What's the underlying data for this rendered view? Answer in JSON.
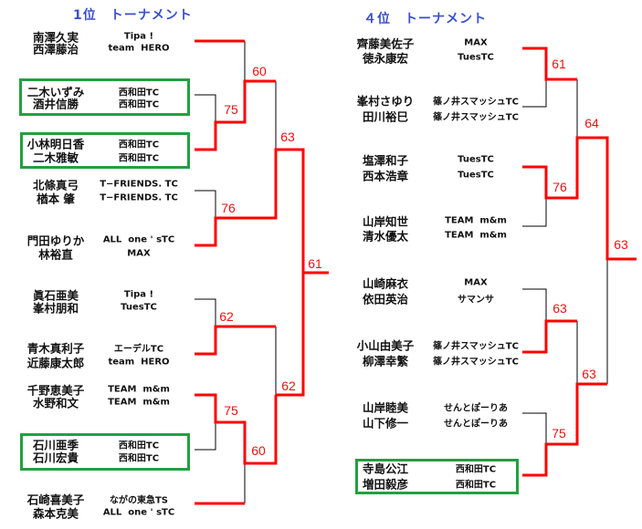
{
  "tournaments": [
    {
      "title": "1位　トーナメント",
      "entries": [
        {
          "players": [
            "南澤久実",
            "西澤藤治"
          ],
          "clubs": [
            "Tipa !",
            "team  HERO"
          ]
        },
        {
          "players": [
            "二木いずみ",
            "酒井信勝"
          ],
          "clubs": [
            "西和田TC",
            "西和田TC"
          ],
          "highlighted": true
        },
        {
          "players": [
            "小林明日香",
            "二木雅敏"
          ],
          "clubs": [
            "西和田TC",
            "西和田TC"
          ],
          "highlighted": true
        },
        {
          "players": [
            "北條真弓",
            "楢本 肇"
          ],
          "clubs": [
            "T−FRIENDS. TC",
            "T−FRIENDS. TC"
          ]
        },
        {
          "players": [
            "門田ゆりか",
            "林裕直"
          ],
          "clubs": [
            "ALL  one ' sTC",
            "MAX"
          ]
        },
        {
          "players": [
            "眞石亜美",
            "峯村朋和"
          ],
          "clubs": [
            "Tipa !",
            "TuesTC"
          ]
        },
        {
          "players": [
            "青木真利子",
            "近藤康太郎"
          ],
          "clubs": [
            "エーデルTC",
            "team  HERO"
          ]
        },
        {
          "players": [
            "千野恵美子",
            "水野和文"
          ],
          "clubs": [
            "TEAM  m&m",
            "TEAM  m&m"
          ]
        },
        {
          "players": [
            "石川亜季",
            "石川宏貴"
          ],
          "clubs": [
            "西和田TC",
            "西和田TC"
          ],
          "highlighted": true
        },
        {
          "players": [
            "石崎喜美子",
            "森本克美"
          ],
          "clubs": [
            "ながの東急TS",
            "ALL  one ' sTC"
          ]
        }
      ],
      "scores": [
        "60",
        "75",
        "63",
        "76",
        "61",
        "62",
        "62",
        "75",
        "60"
      ]
    },
    {
      "title": "４位　トーナメント",
      "entries": [
        {
          "players": [
            "齊藤美佐子",
            "徳永康宏"
          ],
          "clubs": [
            "MAX",
            "TuesTC"
          ]
        },
        {
          "players": [
            "峯村さゆり",
            "田川裕巳"
          ],
          "clubs": [
            "篠ノ井スマッシュTC",
            "篠ノ井スマッシュTC"
          ]
        },
        {
          "players": [
            "塩澤和子",
            "西本浩章"
          ],
          "clubs": [
            "TuesTC",
            "TuesTC"
          ]
        },
        {
          "players": [
            "山岸知世",
            "清水優太"
          ],
          "clubs": [
            "TEAM  m&m",
            "TEAM  m&m"
          ]
        },
        {
          "players": [
            "山崎麻衣",
            "依田英治"
          ],
          "clubs": [
            "MAX",
            "サマンサ"
          ]
        },
        {
          "players": [
            "小山由美子",
            "柳澤幸繁"
          ],
          "clubs": [
            "篠ノ井スマッシュTC",
            "篠ノ井スマッシュTC"
          ]
        },
        {
          "players": [
            "山岸睦美",
            "山下修一"
          ],
          "clubs": [
            "せんとぽーりあ",
            "せんとぽーりあ"
          ]
        },
        {
          "players": [
            "寺島公江",
            "増田毅彦"
          ],
          "clubs": [
            "西和田TC",
            "西和田TC"
          ],
          "highlighted": true
        }
      ],
      "scores": [
        "61",
        "64",
        "76",
        "63",
        "63",
        "63",
        "75"
      ]
    }
  ],
  "colors": {
    "winner_line": "#ff0000",
    "score": "#ee1111",
    "highlight_box": "#22a040",
    "title": "#3b4fd0"
  }
}
